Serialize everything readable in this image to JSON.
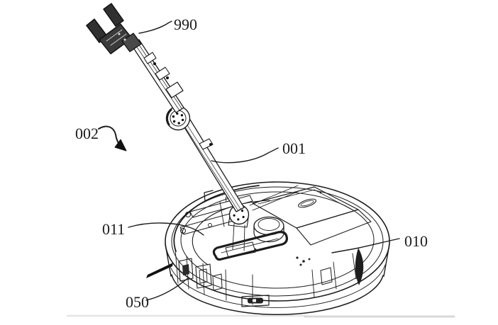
{
  "figure": {
    "kind": "patent-line-drawing",
    "description": "Isometric technical drawing of a circular robot vacuum base (010) with an articulated robotic arm (001) ending in a two-finger gripper (990); internal mechanism (011), lower housing module (050), overall assembly arrow (002).",
    "background_color": "#ffffff",
    "line_color": "#1c1c1c"
  },
  "labels": [
    {
      "text": "990",
      "part": "gripper-end-effector"
    },
    {
      "text": "002",
      "part": "overall-assembly-arrow"
    },
    {
      "text": "001",
      "part": "robotic-arm"
    },
    {
      "text": "011",
      "part": "internal-chassis-mechanism"
    },
    {
      "text": "010",
      "part": "robot-body"
    },
    {
      "text": "050",
      "part": "lower-housing-module"
    }
  ],
  "parts": [
    "gripper-end-effector",
    "upper-arm-link",
    "elbow-joint",
    "forearm-link",
    "shoulder-joint",
    "top-cover-panel",
    "turntable-disc",
    "chassis-rim",
    "side-vents",
    "bottom-grille",
    "side-brush-pin"
  ]
}
